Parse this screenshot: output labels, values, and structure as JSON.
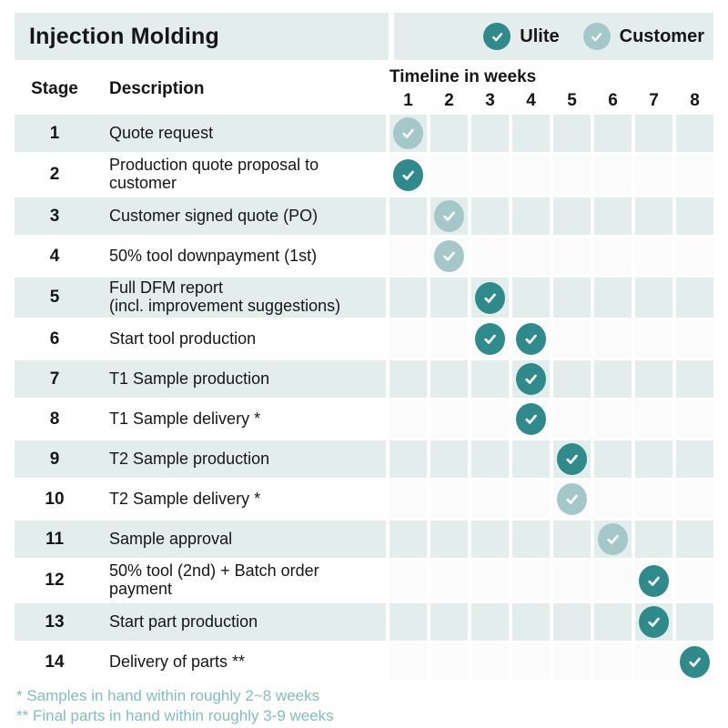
{
  "title": "Injection Molding",
  "legend": [
    {
      "label": "Ulite",
      "actor": "ulite",
      "color": "#2f8b8b"
    },
    {
      "label": "Customer",
      "actor": "customer",
      "color": "#a4c8ca"
    }
  ],
  "table": {
    "stage_header": "Stage",
    "description_header": "Description",
    "timeline_header": "Timeline in weeks",
    "weeks": [
      "1",
      "2",
      "3",
      "4",
      "5",
      "6",
      "7",
      "8"
    ]
  },
  "rows": [
    {
      "stage": "1",
      "description": "Quote request",
      "checks": [
        {
          "week": 1,
          "by": "customer"
        }
      ]
    },
    {
      "stage": "2",
      "description": "Production quote proposal to\ncustomer",
      "checks": [
        {
          "week": 1,
          "by": "ulite"
        }
      ]
    },
    {
      "stage": "3",
      "description": "Customer signed quote  (PO)",
      "checks": [
        {
          "week": 2,
          "by": "customer"
        }
      ]
    },
    {
      "stage": "4",
      "description": "50% tool downpayment  (1st)",
      "checks": [
        {
          "week": 2,
          "by": "customer"
        }
      ]
    },
    {
      "stage": "5",
      "description": "Full DFM report\n(incl. improvement suggestions)",
      "checks": [
        {
          "week": 3,
          "by": "ulite"
        }
      ]
    },
    {
      "stage": "6",
      "description": "Start tool production",
      "checks": [
        {
          "week": 3,
          "by": "ulite"
        },
        {
          "week": 4,
          "by": "ulite"
        }
      ]
    },
    {
      "stage": "7",
      "description": "T1 Sample production",
      "checks": [
        {
          "week": 4,
          "by": "ulite"
        }
      ]
    },
    {
      "stage": "8",
      "description": "T1 Sample delivery *",
      "checks": [
        {
          "week": 4,
          "by": "ulite"
        }
      ]
    },
    {
      "stage": "9",
      "description": "T2 Sample production",
      "checks": [
        {
          "week": 5,
          "by": "ulite"
        }
      ]
    },
    {
      "stage": "10",
      "description": "T2 Sample delivery *",
      "checks": [
        {
          "week": 5,
          "by": "customer"
        }
      ]
    },
    {
      "stage": "11",
      "description": "Sample approval",
      "checks": [
        {
          "week": 6,
          "by": "customer"
        }
      ]
    },
    {
      "stage": "12",
      "description": "50% tool (2nd) + Batch order\npayment",
      "checks": [
        {
          "week": 7,
          "by": "ulite"
        }
      ]
    },
    {
      "stage": "13",
      "description": "Start part production",
      "checks": [
        {
          "week": 7,
          "by": "ulite"
        }
      ]
    },
    {
      "stage": "14",
      "description": "Delivery of parts **",
      "checks": [
        {
          "week": 8,
          "by": "ulite"
        }
      ]
    }
  ],
  "footnotes": [
    "* Samples in hand within roughly 2~8 weeks",
    "** Final parts in hand within roughly 3-9 weeks"
  ],
  "colors": {
    "ulite_check": "#2f8b8b",
    "customer_check": "#a4c8ca",
    "row_highlight": "#e2edec",
    "footnote_text": "#7fbec0"
  },
  "chart_data": {
    "type": "table",
    "title": "Injection Molding",
    "columns": [
      "Stage",
      "Description",
      "Week 1",
      "Week 2",
      "Week 3",
      "Week 4",
      "Week 5",
      "Week 6",
      "Week 7",
      "Week 8"
    ],
    "legend": [
      "Ulite",
      "Customer"
    ],
    "legend_position": "top-right",
    "stages": [
      {
        "stage": 1,
        "description": "Quote request",
        "weeks_checked": [
          1
        ],
        "actor": "Customer"
      },
      {
        "stage": 2,
        "description": "Production quote proposal to customer",
        "weeks_checked": [
          1
        ],
        "actor": "Ulite"
      },
      {
        "stage": 3,
        "description": "Customer signed quote (PO)",
        "weeks_checked": [
          2
        ],
        "actor": "Customer"
      },
      {
        "stage": 4,
        "description": "50% tool downpayment (1st)",
        "weeks_checked": [
          2
        ],
        "actor": "Customer"
      },
      {
        "stage": 5,
        "description": "Full DFM report (incl. improvement suggestions)",
        "weeks_checked": [
          3
        ],
        "actor": "Ulite"
      },
      {
        "stage": 6,
        "description": "Start tool production",
        "weeks_checked": [
          3,
          4
        ],
        "actor": "Ulite"
      },
      {
        "stage": 7,
        "description": "T1 Sample production",
        "weeks_checked": [
          4
        ],
        "actor": "Ulite"
      },
      {
        "stage": 8,
        "description": "T1 Sample delivery *",
        "weeks_checked": [
          4
        ],
        "actor": "Ulite"
      },
      {
        "stage": 9,
        "description": "T2 Sample production",
        "weeks_checked": [
          5
        ],
        "actor": "Ulite"
      },
      {
        "stage": 10,
        "description": "T2 Sample delivery *",
        "weeks_checked": [
          5
        ],
        "actor": "Customer"
      },
      {
        "stage": 11,
        "description": "Sample approval",
        "weeks_checked": [
          6
        ],
        "actor": "Customer"
      },
      {
        "stage": 12,
        "description": "50% tool (2nd) + Batch order payment",
        "weeks_checked": [
          7
        ],
        "actor": "Ulite"
      },
      {
        "stage": 13,
        "description": "Start part production",
        "weeks_checked": [
          7
        ],
        "actor": "Ulite"
      },
      {
        "stage": 14,
        "description": "Delivery of parts **",
        "weeks_checked": [
          8
        ],
        "actor": "Ulite"
      }
    ],
    "x_axis_label": "Timeline in weeks",
    "x_range": [
      1,
      8
    ]
  }
}
